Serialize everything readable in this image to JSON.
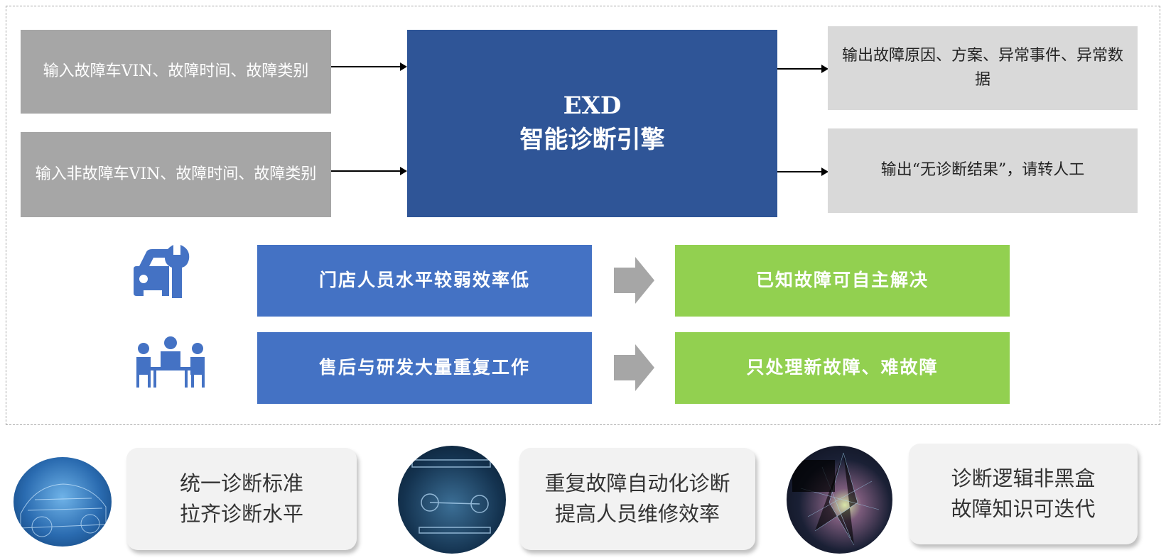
{
  "inputs": [
    {
      "text": "输入故障车VIN、故障时间、故障类别"
    },
    {
      "text": "输入非故障车VIN、故障时间、故障类别"
    }
  ],
  "engine": {
    "line1": "EXD",
    "line2": "智能诊断引擎"
  },
  "outputs": [
    {
      "text": "输出故障原因、方案、异常事件、异常数据"
    },
    {
      "text": "输出“无诊断结果”，请转人工"
    }
  ],
  "rows": [
    {
      "icon": "car-wrench-icon",
      "problem": "门店人员水平较弱效率低",
      "result": "已知故障可自主解决"
    },
    {
      "icon": "meeting-people-icon",
      "problem": "售后与研发大量重复工作",
      "result": "只处理新故障、难故障"
    }
  ],
  "benefits": [
    {
      "line1": "统一诊断标准",
      "line2": "拉齐诊断水平"
    },
    {
      "line1": "重复故障自动化诊断",
      "line2": "提高人员维修效率"
    },
    {
      "line1": "诊断逻辑非黑盒",
      "line2": "故障知识可迭代"
    }
  ],
  "colors": {
    "engine": "#2f5597",
    "problem": "#4472c4",
    "result": "#92d050",
    "input": "#a6a6a6",
    "output": "#d9d9d9"
  }
}
